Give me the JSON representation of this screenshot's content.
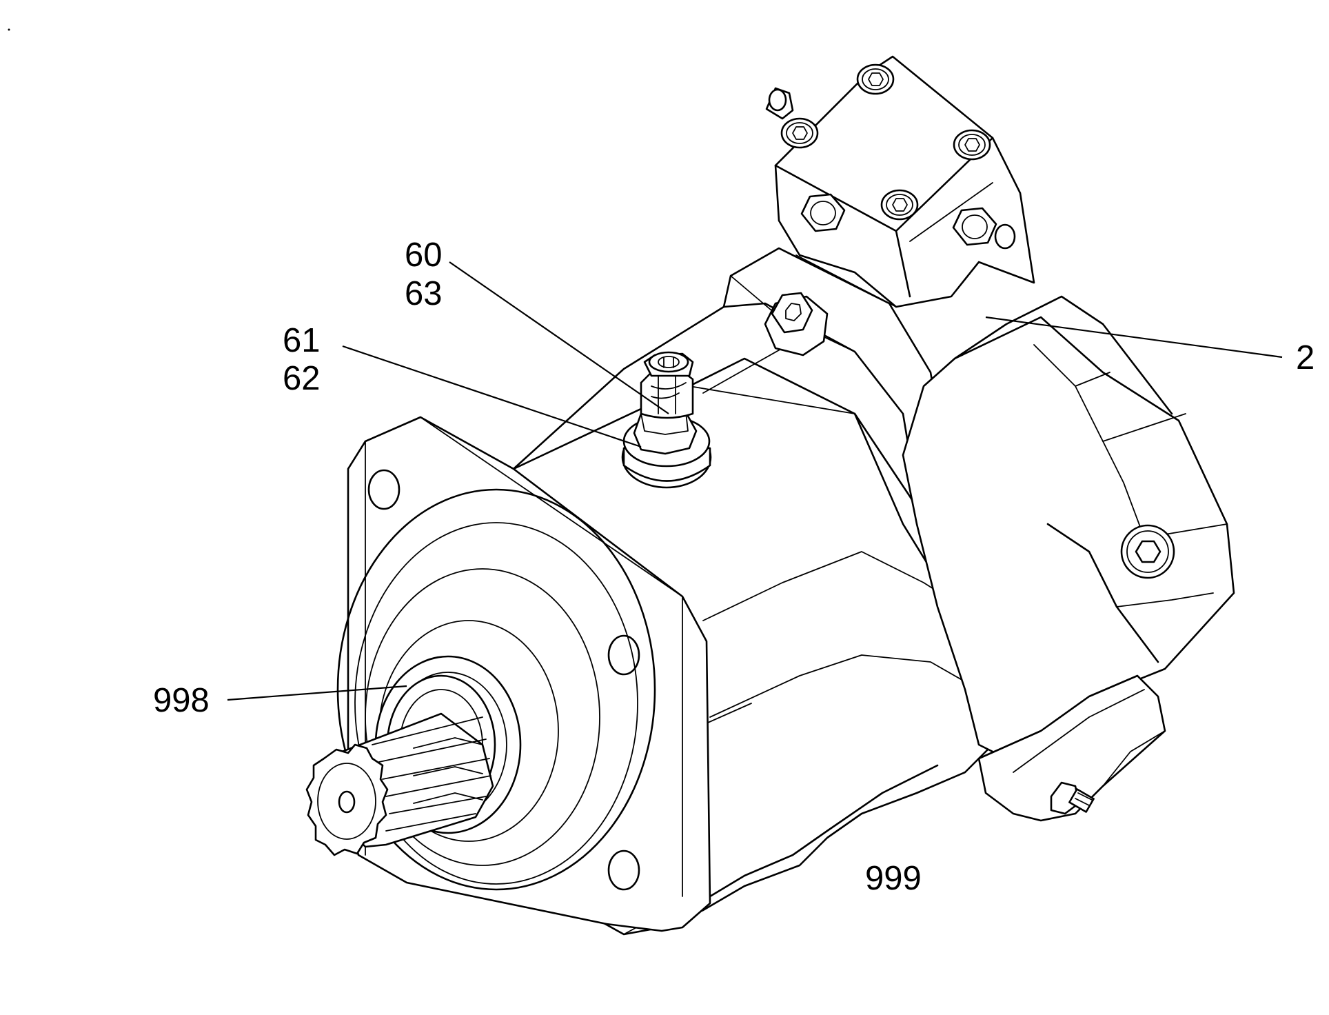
{
  "callouts": {
    "label_60": "60",
    "label_63": "63",
    "label_61": "61",
    "label_62": "62",
    "label_2": "2",
    "label_998": "998",
    "label_999": "999"
  },
  "colors": {
    "line": "#000000",
    "background": "#ffffff"
  }
}
